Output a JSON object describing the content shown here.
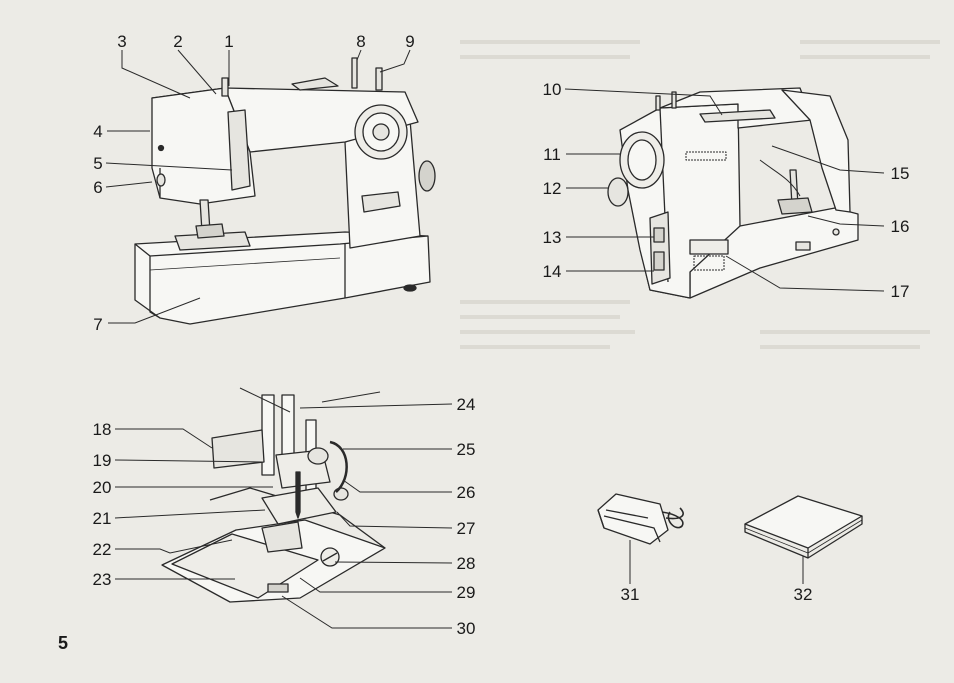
{
  "page_number": "5",
  "callouts": [
    "1",
    "2",
    "3",
    "4",
    "5",
    "6",
    "7",
    "8",
    "9",
    "10",
    "11",
    "12",
    "13",
    "14",
    "15",
    "16",
    "17",
    "18",
    "19",
    "20",
    "21",
    "22",
    "23",
    "24",
    "25",
    "26",
    "27",
    "28",
    "29",
    "30",
    "31",
    "32"
  ],
  "colors": {
    "paper": "#ecebe6",
    "ink": "#1a1a1a",
    "line": "#2a2a2a",
    "fill": "#f7f7f4",
    "shade": "#d4d3cd"
  }
}
